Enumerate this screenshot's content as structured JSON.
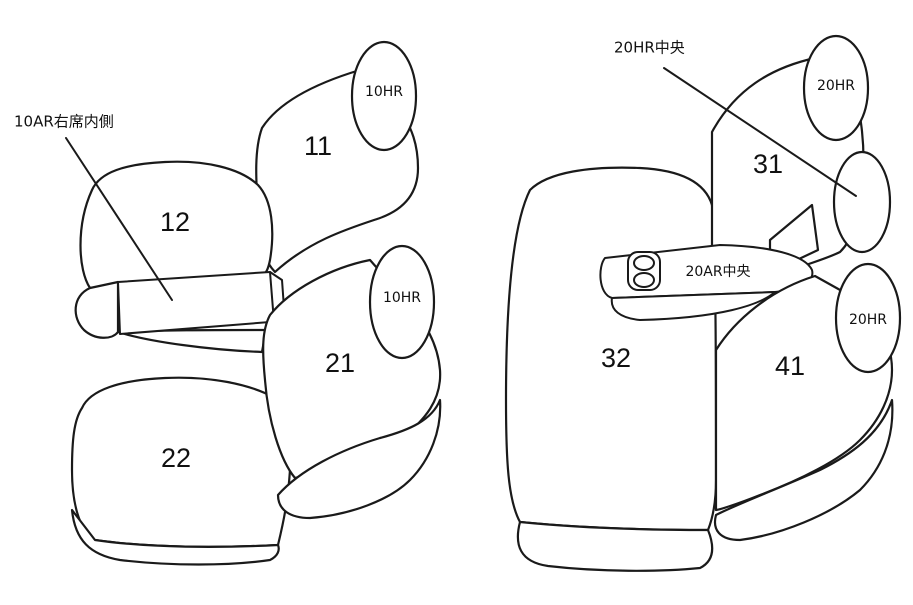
{
  "seats": {
    "s11": "11",
    "s12": "12",
    "s21": "21",
    "s22": "22",
    "s31": "31",
    "s32": "32",
    "s41": "41"
  },
  "headrests": {
    "hr_10_top": "10HR",
    "hr_10_mid": "10HR",
    "hr_20_top": "20HR",
    "hr_20_right": "20HR"
  },
  "callouts": {
    "ar10_label": "10AR右席内側",
    "hr20_center_label": "20HR中央",
    "ar20_center_label": "20AR中央"
  }
}
